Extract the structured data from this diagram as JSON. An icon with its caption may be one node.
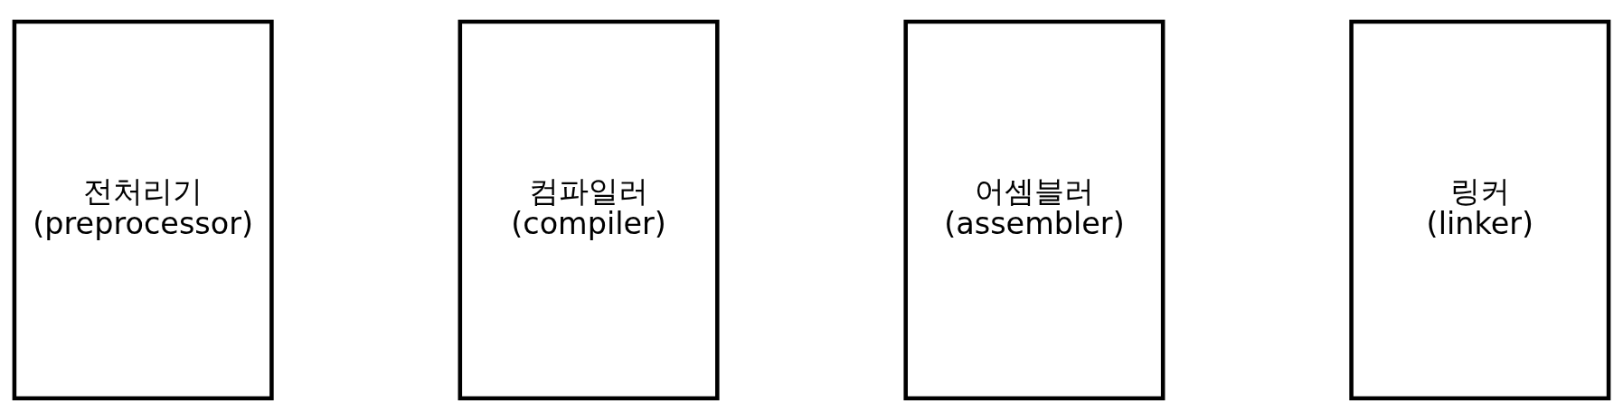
{
  "diagram": {
    "nodes": [
      {
        "text": [
          "전처리기",
          "(preprocessor)"
        ]
      },
      {
        "text": [
          "컴파일러",
          "(compiler)"
        ]
      },
      {
        "text": [
          "어셈블러",
          "(assembler)"
        ]
      },
      {
        "text": [
          "링커",
          "(linker)"
        ]
      }
    ]
  }
}
